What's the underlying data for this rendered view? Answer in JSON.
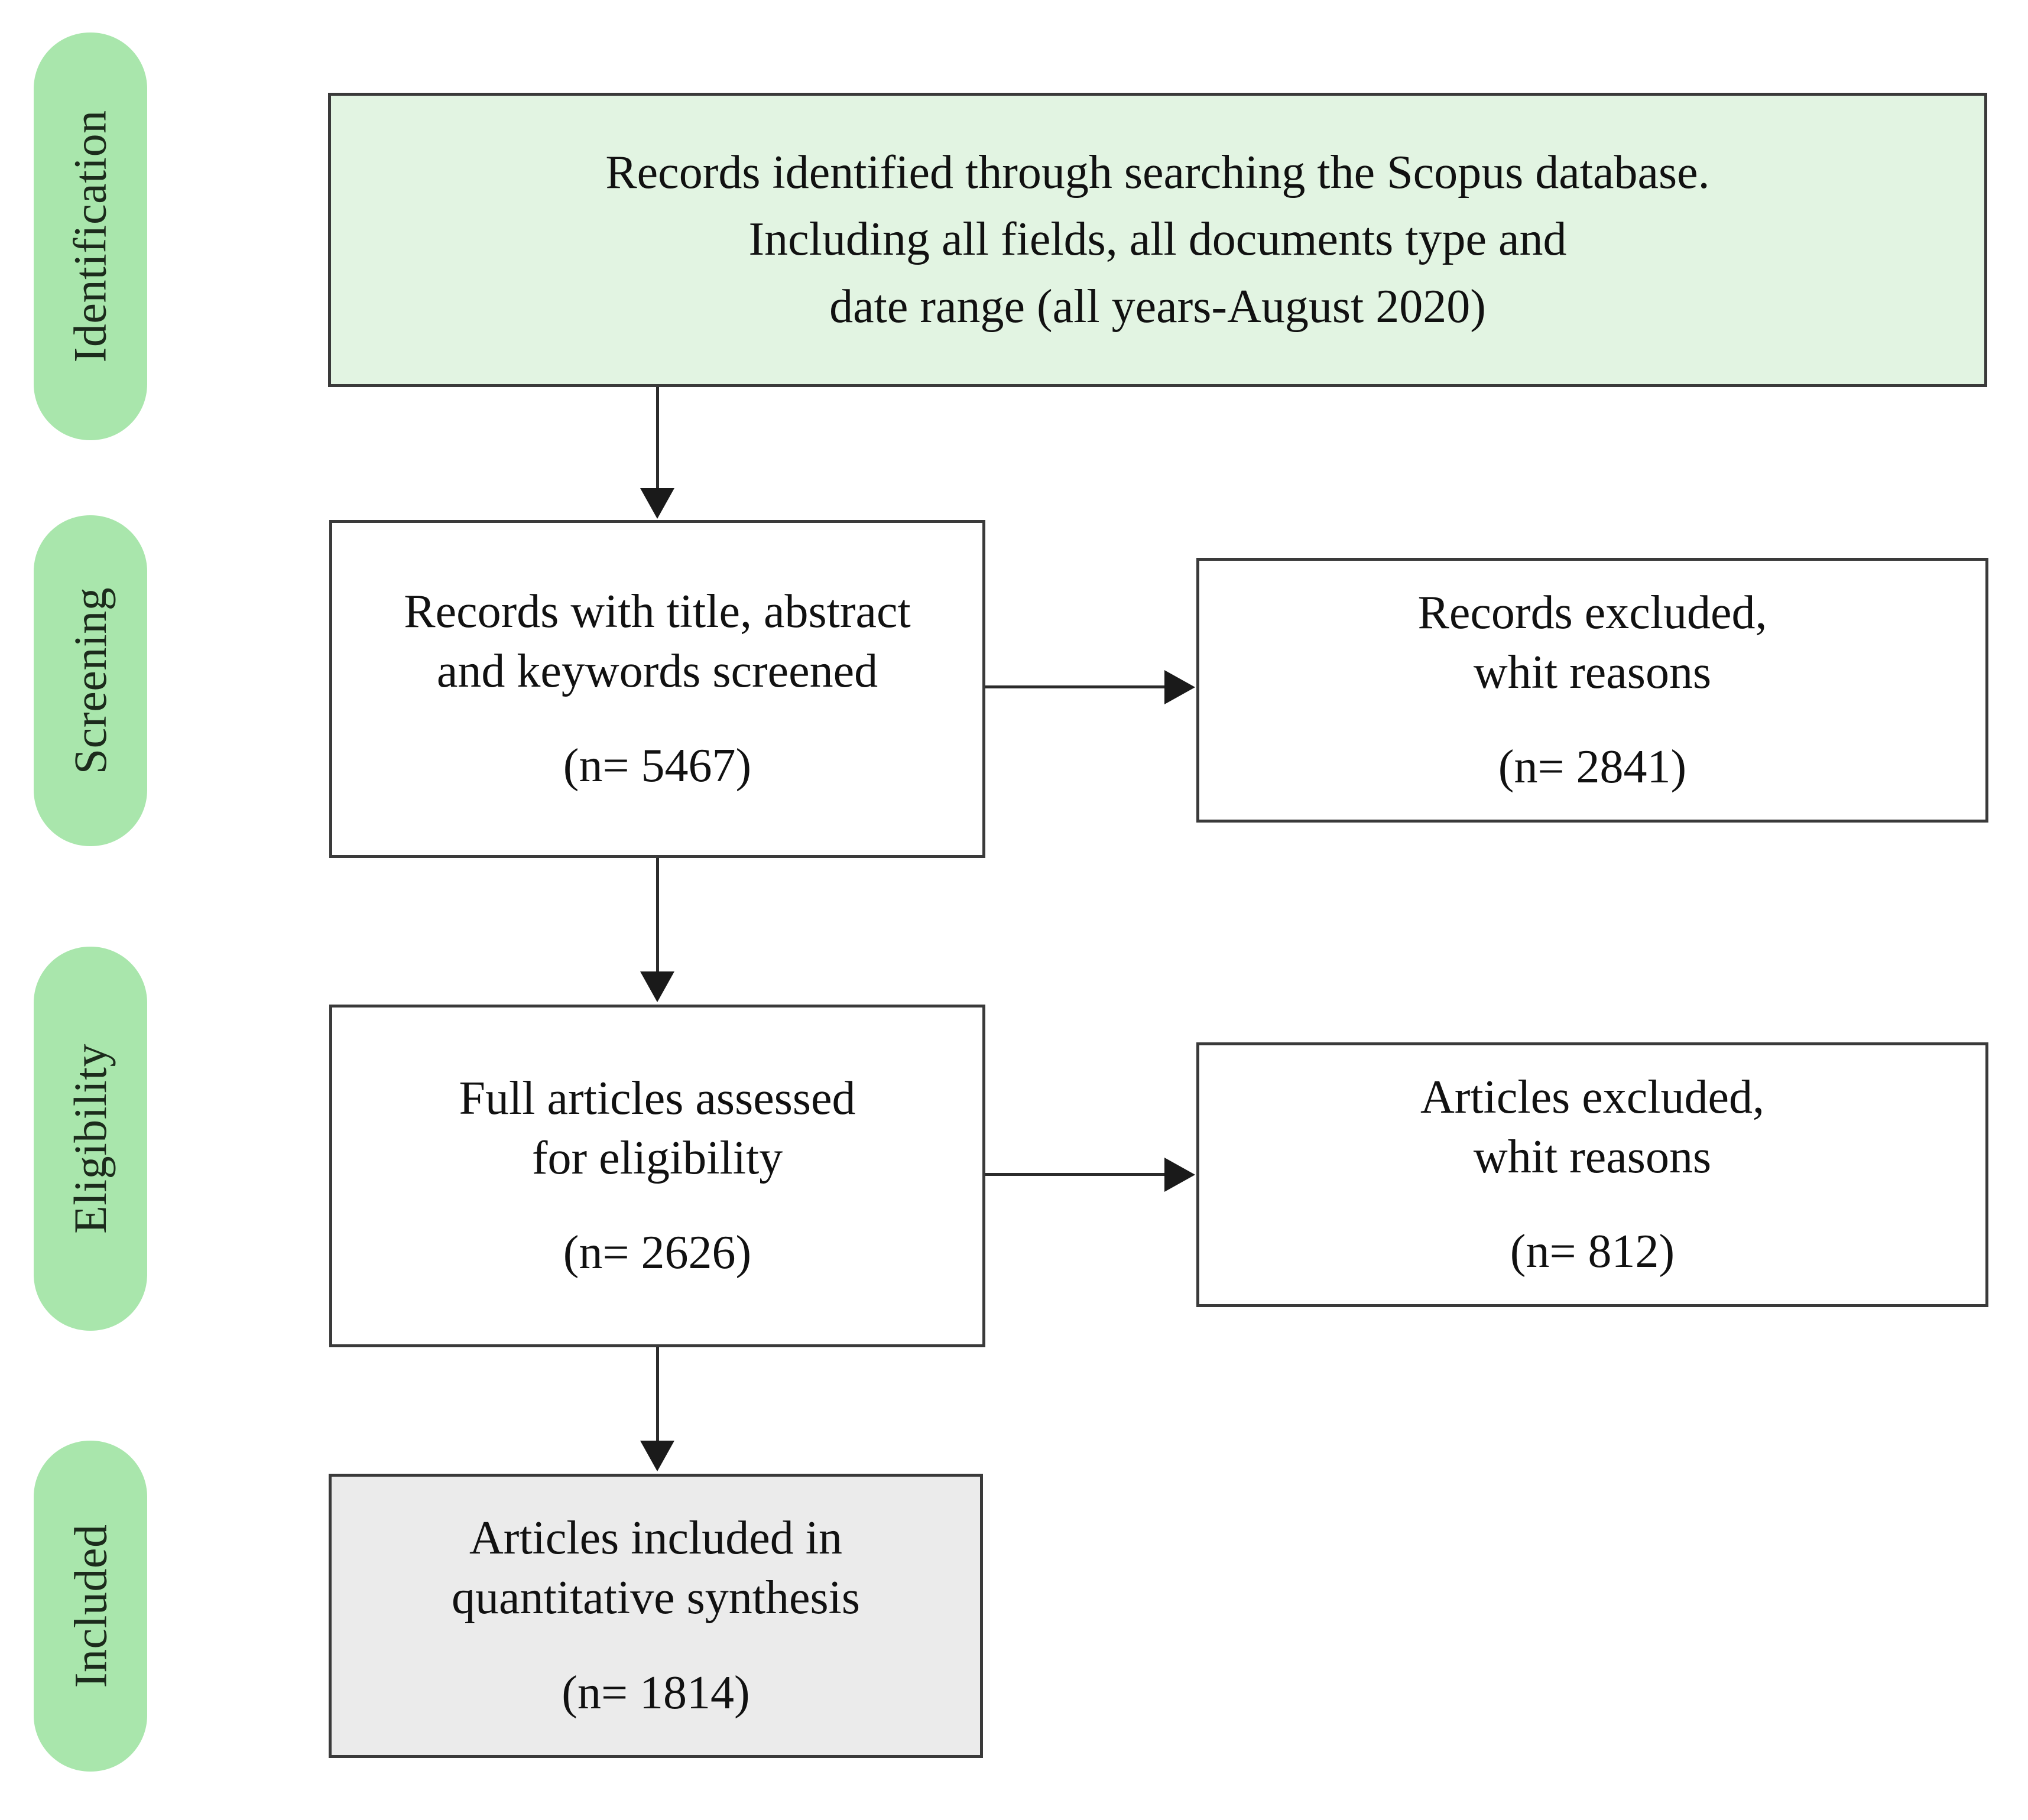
{
  "diagram": {
    "title": "PRISMA flow diagram",
    "type": "prisma-flowchart",
    "colors": {
      "stage_pill": "#A9E6AC",
      "identification_box": "#E2F4E2",
      "included_box": "#EBEBEB",
      "box_border": "#3A3A3A",
      "connector": "#2B2B2B",
      "text": "#111111"
    }
  },
  "stages": [
    {
      "id": "identification",
      "label": "Identification"
    },
    {
      "id": "screening",
      "label": "Screening"
    },
    {
      "id": "eligibility",
      "label": "Eligibility"
    },
    {
      "id": "included",
      "label": "Included"
    }
  ],
  "boxes": {
    "identification": {
      "line1": "Records identified through searching the Scopus database.",
      "line2": "Including all fields, all documents type and",
      "line3": "date range (all years-August 2020)"
    },
    "screened": {
      "line1": "Records with title, abstract",
      "line2": "and keywords screened",
      "count": "(n= 5467)"
    },
    "records_excluded": {
      "line1": "Records excluded,",
      "line2": "whit reasons",
      "count": "(n= 2841)"
    },
    "eligibility": {
      "line1": "Full articles assessed",
      "line2": "for eligibility",
      "count": "(n= 2626)"
    },
    "articles_excluded": {
      "line1": "Articles excluded,",
      "line2": "whit reasons",
      "count": "(n= 812)"
    },
    "included": {
      "line1": "Articles included in",
      "line2": "quantitative synthesis",
      "count": "(n= 1814)"
    }
  },
  "counts": {
    "records_screened": 5467,
    "records_excluded": 2841,
    "articles_assessed": 2626,
    "articles_excluded": 812,
    "articles_included": 1814
  }
}
